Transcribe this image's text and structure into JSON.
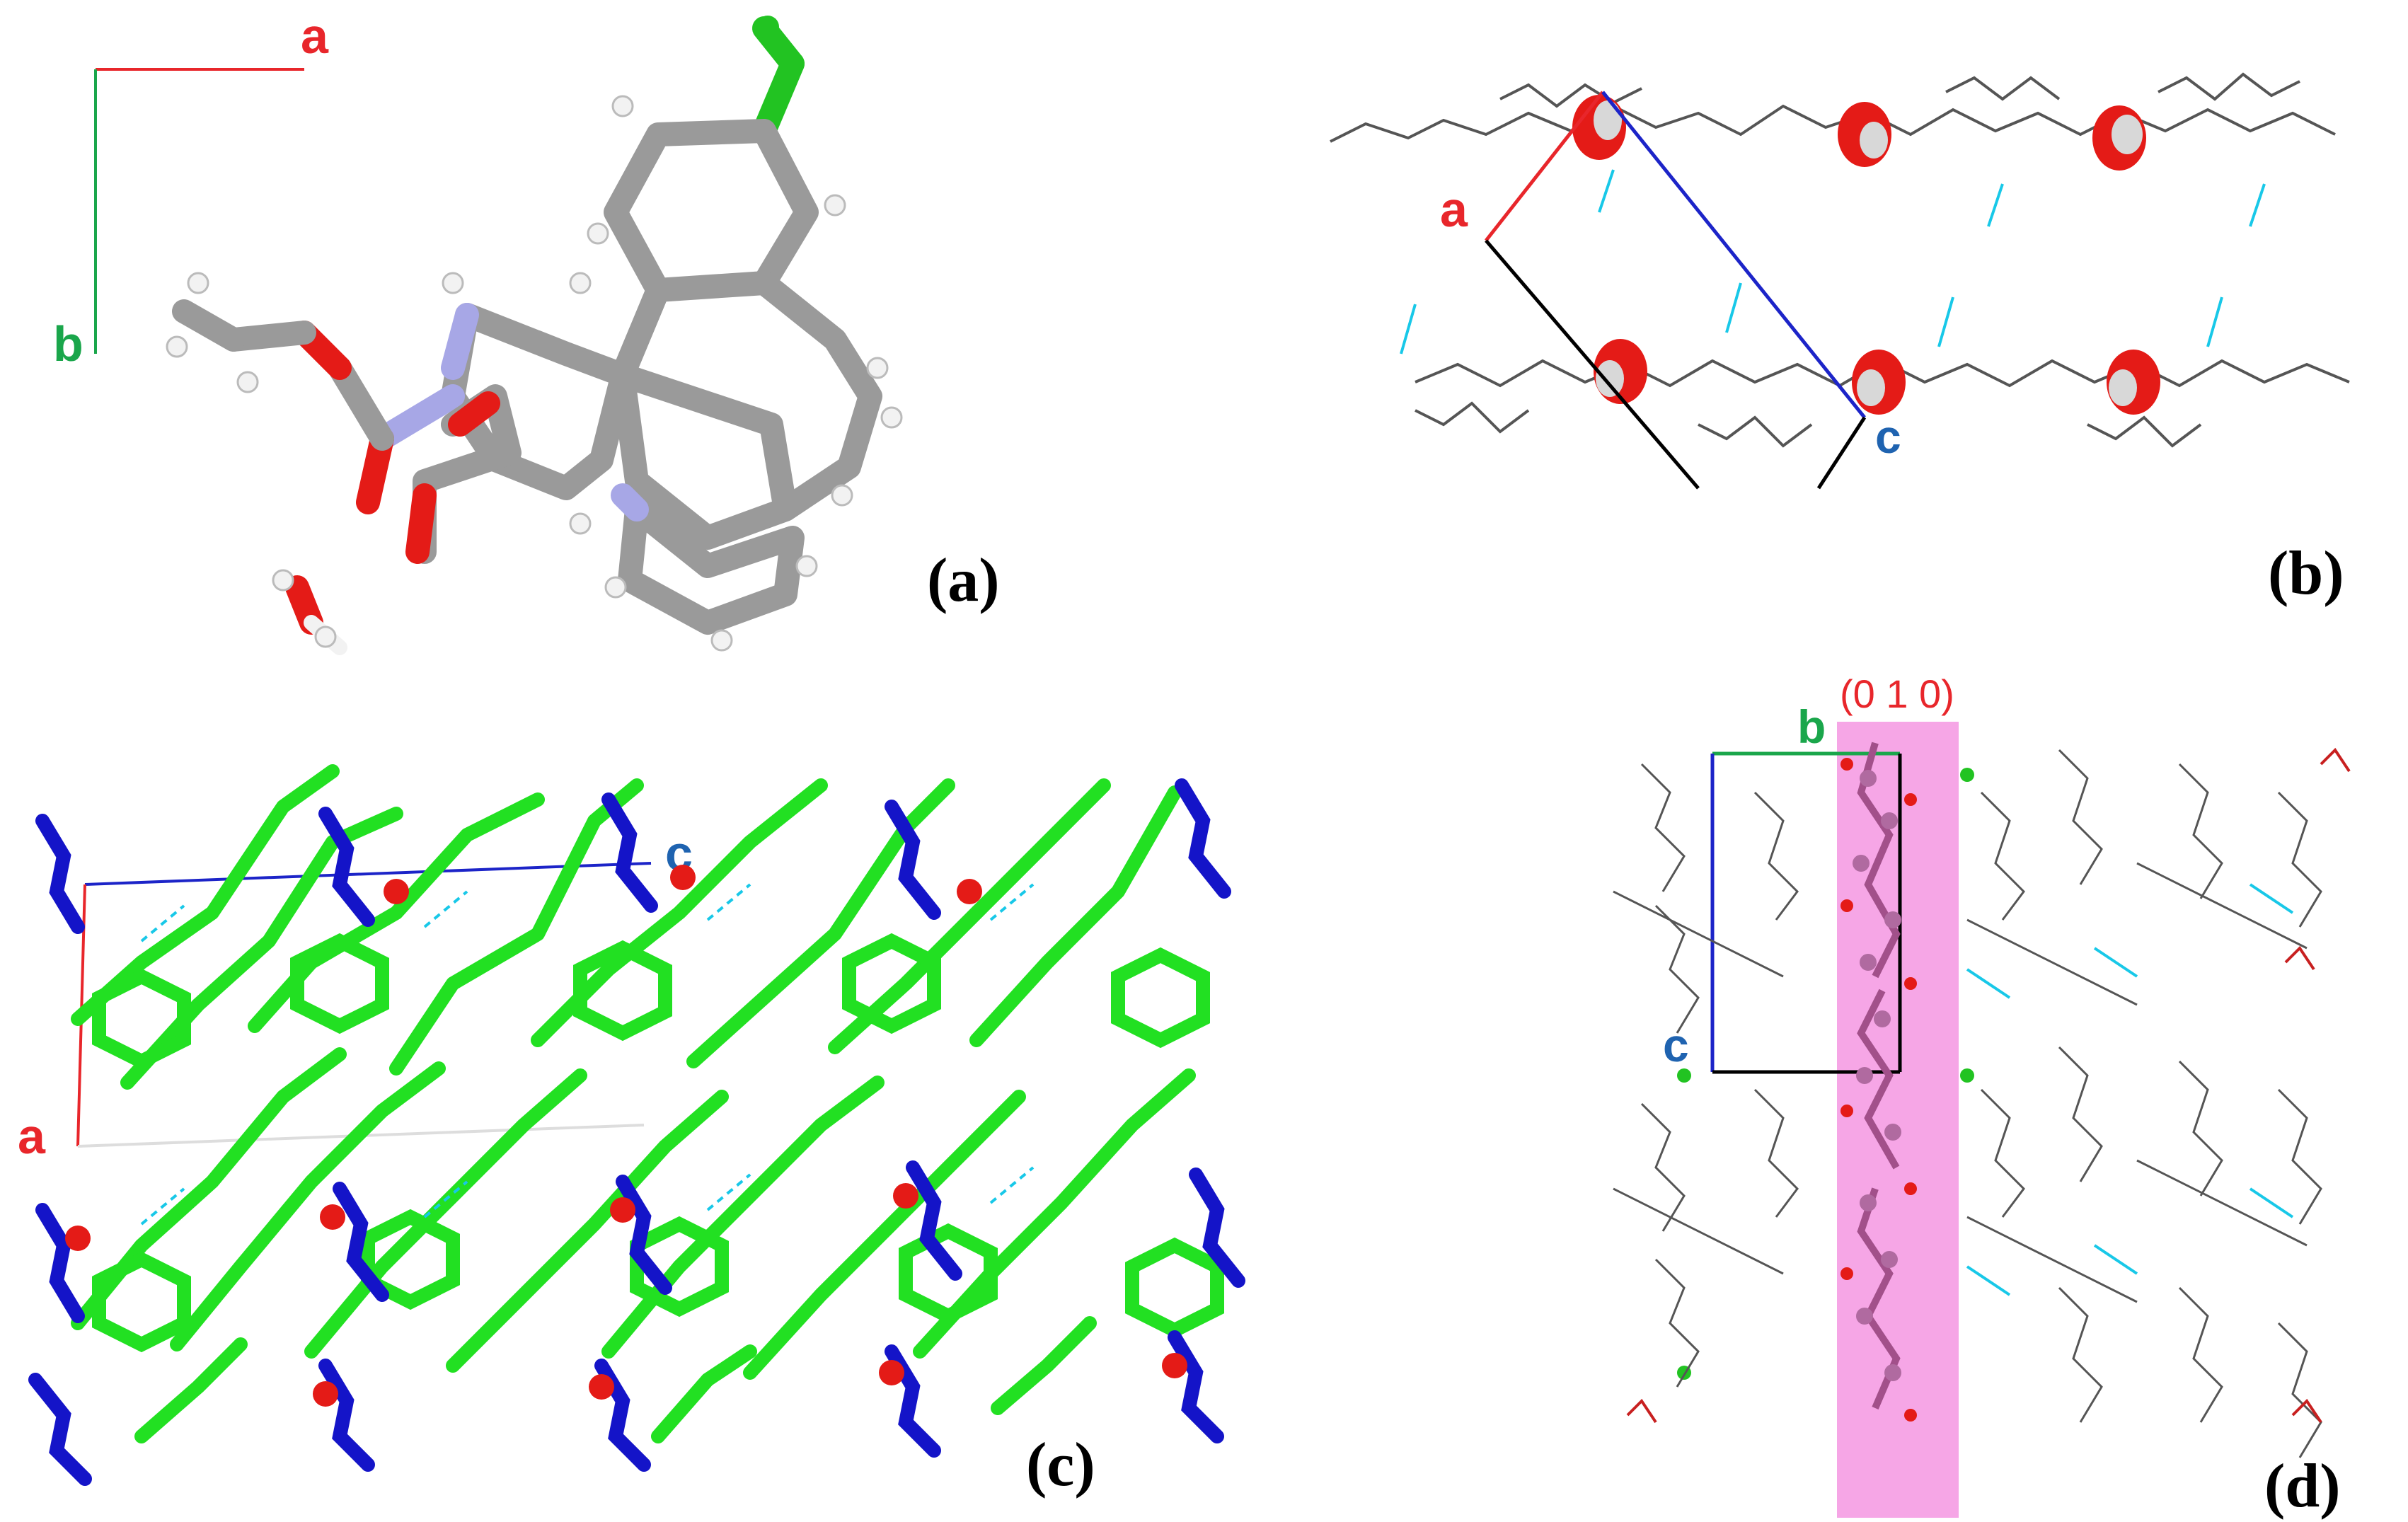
{
  "panels": {
    "a": {
      "label": "(a)",
      "axes": {
        "a": "a",
        "b": "b"
      }
    },
    "b": {
      "label": "(b)",
      "axes": {
        "a": "a",
        "c": "c"
      }
    },
    "c": {
      "label": "(c)",
      "axes": {
        "a": "a",
        "c": "c"
      }
    },
    "d": {
      "label": "(d)",
      "axes": {
        "b": "b",
        "c": "c"
      },
      "plane_label": "(0 1 0)"
    }
  },
  "colors": {
    "axis_a": "#e8262b",
    "axis_b": "#1aa64b",
    "axis_c": "#1f63b0",
    "carbon": "#9a9a9a",
    "oxygen": "#e41b17",
    "nitrogen": "#a7a7e6",
    "hydrogen": "#f2f2f2",
    "chlorine": "#22c322",
    "layer_green": "#22e022",
    "layer_blue": "#1414c8",
    "plane_pink": "#f6a6e6",
    "hbond": "#18c8e8"
  }
}
